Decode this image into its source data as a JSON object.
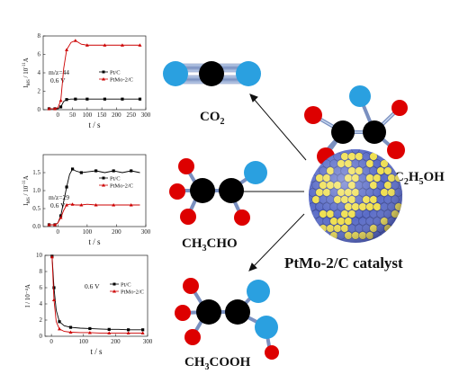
{
  "molecules": {
    "co2": "CO",
    "co2_sub": "2",
    "ethanol_a": "C",
    "ethanol_sub1": "2",
    "ethanol_b": "H",
    "ethanol_sub2": "5",
    "ethanol_c": "OH",
    "acetaldehyde_a": "CH",
    "acetaldehyde_sub": "3",
    "acetaldehyde_b": "CHO",
    "aceticacid_a": "CH",
    "aceticacid_sub": "3",
    "aceticacid_b": "COOH"
  },
  "catalyst_label": "PtMo-2/C catalyst",
  "colors": {
    "ptc": "#000000",
    "ptmo": "#cc0000",
    "carbon": "#000000",
    "oxygen": "#dd0000",
    "hydrogen": "#2aa0e0",
    "sphere_blue": "#5a6cc8",
    "sphere_yellow": "#f0e050"
  },
  "chart_data": [
    {
      "type": "line",
      "ylabel_a": "I",
      "ylabel_sub": "MS",
      "ylabel_b": " / 10",
      "ylabel_exp": "-11",
      "ylabel_c": "A",
      "xlabel": "t / s",
      "annotation1": "m/z=44",
      "annotation2": "0.6 V",
      "xlim": [
        -50,
        300
      ],
      "ylim": [
        0,
        8
      ],
      "xticks": [
        "0",
        "50",
        "100",
        "150",
        "200",
        "250",
        "300"
      ],
      "yticks": [
        "0",
        "2",
        "4",
        "6",
        "8"
      ],
      "series": [
        {
          "name": "Pt/C",
          "marker": "square",
          "x": [
            -30,
            -10,
            0,
            10,
            20,
            30,
            45,
            60,
            80,
            100,
            130,
            160,
            190,
            220,
            250,
            280
          ],
          "y": [
            0.1,
            0.1,
            0.1,
            0.3,
            0.9,
            1.1,
            1.15,
            1.15,
            1.15,
            1.15,
            1.15,
            1.15,
            1.15,
            1.15,
            1.15,
            1.15
          ]
        },
        {
          "name": "PtMo-2/C",
          "marker": "triangle",
          "x": [
            -30,
            -10,
            0,
            10,
            20,
            30,
            45,
            60,
            80,
            100,
            130,
            160,
            190,
            220,
            250,
            280
          ],
          "y": [
            0.1,
            0.1,
            0.2,
            1.0,
            4.5,
            6.5,
            7.3,
            7.5,
            7.1,
            7.0,
            7.0,
            7.0,
            7.0,
            7.0,
            7.0,
            7.0
          ]
        }
      ]
    },
    {
      "type": "line",
      "ylabel_a": "I",
      "ylabel_sub": "MS",
      "ylabel_b": " / 10",
      "ylabel_exp": "-11",
      "ylabel_c": "A",
      "xlabel": "t / s",
      "annotation1": "m/z=29",
      "annotation2": "0.6 V",
      "xlim": [
        -50,
        300
      ],
      "ylim": [
        0,
        2.0
      ],
      "xticks": [
        "0",
        "100",
        "200",
        "300"
      ],
      "yticks": [
        "0.0",
        "0.5",
        "1.0",
        "1.5"
      ],
      "series": [
        {
          "name": "Pt/C",
          "marker": "square",
          "x": [
            -30,
            -10,
            0,
            10,
            20,
            30,
            40,
            50,
            60,
            80,
            100,
            130,
            160,
            190,
            220,
            250,
            280
          ],
          "y": [
            0.05,
            0.05,
            0.1,
            0.3,
            0.7,
            1.1,
            1.45,
            1.6,
            1.55,
            1.5,
            1.52,
            1.55,
            1.5,
            1.55,
            1.5,
            1.55,
            1.5
          ]
        },
        {
          "name": "PtMo-2/C",
          "marker": "triangle",
          "x": [
            -30,
            -10,
            0,
            10,
            20,
            30,
            40,
            50,
            60,
            80,
            100,
            130,
            160,
            190,
            220,
            250,
            280
          ],
          "y": [
            0.05,
            0.05,
            0.1,
            0.25,
            0.45,
            0.6,
            0.62,
            0.62,
            0.6,
            0.6,
            0.62,
            0.6,
            0.6,
            0.6,
            0.6,
            0.6,
            0.6
          ]
        }
      ]
    },
    {
      "type": "line",
      "ylabel": "I / 10⁻⁴A",
      "xlabel": "t / s",
      "annotation1": "0.6 V",
      "xlim": [
        -20,
        300
      ],
      "ylim": [
        0,
        10
      ],
      "xticks": [
        "0",
        "100",
        "200",
        "300"
      ],
      "yticks": [
        "0",
        "2",
        "4",
        "6",
        "8",
        "10"
      ],
      "series": [
        {
          "name": "Pt/C",
          "marker": "square",
          "x": [
            2,
            8,
            15,
            25,
            40,
            60,
            90,
            120,
            150,
            180,
            210,
            240,
            270,
            285
          ],
          "y": [
            9.9,
            6.0,
            3.2,
            1.8,
            1.3,
            1.1,
            1.0,
            0.95,
            0.9,
            0.85,
            0.85,
            0.8,
            0.8,
            0.8
          ]
        },
        {
          "name": "PtMo-2/C",
          "marker": "triangle",
          "x": [
            2,
            8,
            15,
            25,
            40,
            60,
            90,
            120,
            150,
            180,
            210,
            240,
            270,
            285
          ],
          "y": [
            9.8,
            4.5,
            1.8,
            0.9,
            0.6,
            0.5,
            0.45,
            0.45,
            0.4,
            0.4,
            0.4,
            0.4,
            0.4,
            0.4
          ]
        }
      ]
    }
  ]
}
